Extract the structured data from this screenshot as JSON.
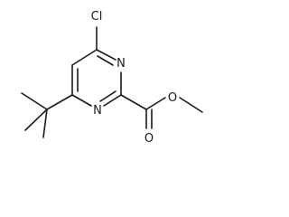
{
  "molecule": {
    "atoms": {
      "chlorine": "Cl",
      "ring_nitrogen_top": "N",
      "ring_nitrogen_bottom": "N",
      "carbonyl_oxygen": "O",
      "ester_oxygen": "O"
    }
  }
}
